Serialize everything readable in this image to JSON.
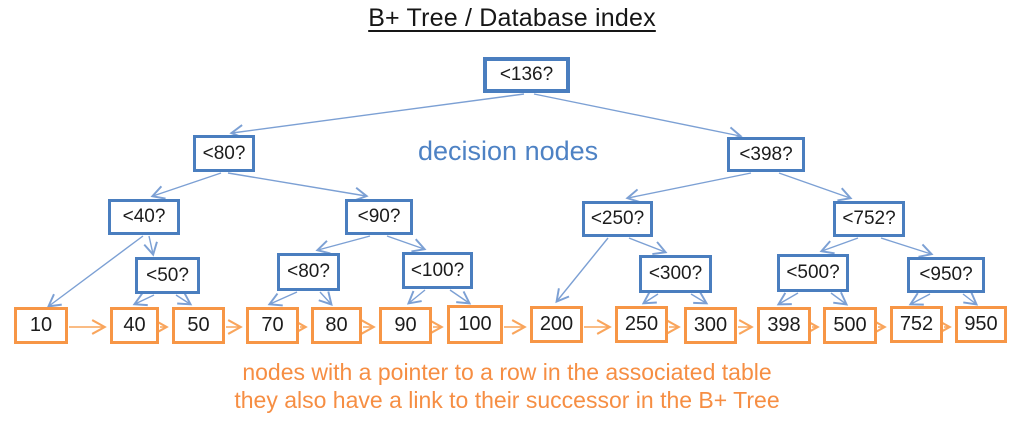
{
  "title": "B+ Tree / Database index",
  "annotations": {
    "decision_label": "decision nodes",
    "caption_line1": "nodes with a pointer to a row in the associated table",
    "caption_line2": "they also have a link to their successor in the B+ Tree"
  },
  "colors": {
    "decision_box_border": "#4a7ebf",
    "decision_edge": "#7ca0d4",
    "decision_label_text": "#4e82c4",
    "leaf_box_border": "#f79646",
    "leaf_chain_arrow": "#f9a55c",
    "caption_text": "#f68e43",
    "node_text": "#1c1c1c",
    "title_text": "#161616"
  },
  "tree": {
    "decision_nodes": [
      {
        "label": "<136?"
      },
      {
        "label": "<80?"
      },
      {
        "label": "<398?"
      },
      {
        "label": "<40?"
      },
      {
        "label": "<90?"
      },
      {
        "label": "<250?"
      },
      {
        "label": "<752?"
      },
      {
        "label": "<50?"
      },
      {
        "label": "<80?"
      },
      {
        "label": "<100?"
      },
      {
        "label": "<300?"
      },
      {
        "label": "<500?"
      },
      {
        "label": "<950?"
      }
    ],
    "leaves": [
      {
        "value": "10"
      },
      {
        "value": "40"
      },
      {
        "value": "50"
      },
      {
        "value": "70"
      },
      {
        "value": "80"
      },
      {
        "value": "90"
      },
      {
        "value": "100"
      },
      {
        "value": "200"
      },
      {
        "value": "250"
      },
      {
        "value": "300"
      },
      {
        "value": "398"
      },
      {
        "value": "500"
      },
      {
        "value": "752"
      },
      {
        "value": "950"
      }
    ],
    "decision_edges": [
      [
        "<136?",
        "<80?"
      ],
      [
        "<136?",
        "<398?"
      ],
      [
        "<80?",
        "<40?"
      ],
      [
        "<80?",
        "<90?"
      ],
      [
        "<398?",
        "<250?"
      ],
      [
        "<398?",
        "<752?"
      ],
      [
        "<40?",
        "10"
      ],
      [
        "<40?",
        "<50?"
      ],
      [
        "<50?",
        "40"
      ],
      [
        "<50?",
        "50"
      ],
      [
        "<90?",
        "<80? (leaf-level)"
      ],
      [
        "<90?",
        "<100?"
      ],
      [
        "<80? (leaf-level)",
        "70"
      ],
      [
        "<80? (leaf-level)",
        "80"
      ],
      [
        "<100?",
        "90"
      ],
      [
        "<100?",
        "100"
      ],
      [
        "<250?",
        "200"
      ],
      [
        "<250?",
        "<300?"
      ],
      [
        "<300?",
        "250"
      ],
      [
        "<300?",
        "300"
      ],
      [
        "<752?",
        "<500?"
      ],
      [
        "<752?",
        "<950?"
      ],
      [
        "<500?",
        "398"
      ],
      [
        "<500?",
        "500"
      ],
      [
        "<950?",
        "752"
      ],
      [
        "<950?",
        "950"
      ]
    ],
    "leaf_successor_chain": [
      "10",
      "40",
      "50",
      "70",
      "80",
      "90",
      "100",
      "200",
      "250",
      "300",
      "398",
      "500",
      "752",
      "950"
    ]
  }
}
